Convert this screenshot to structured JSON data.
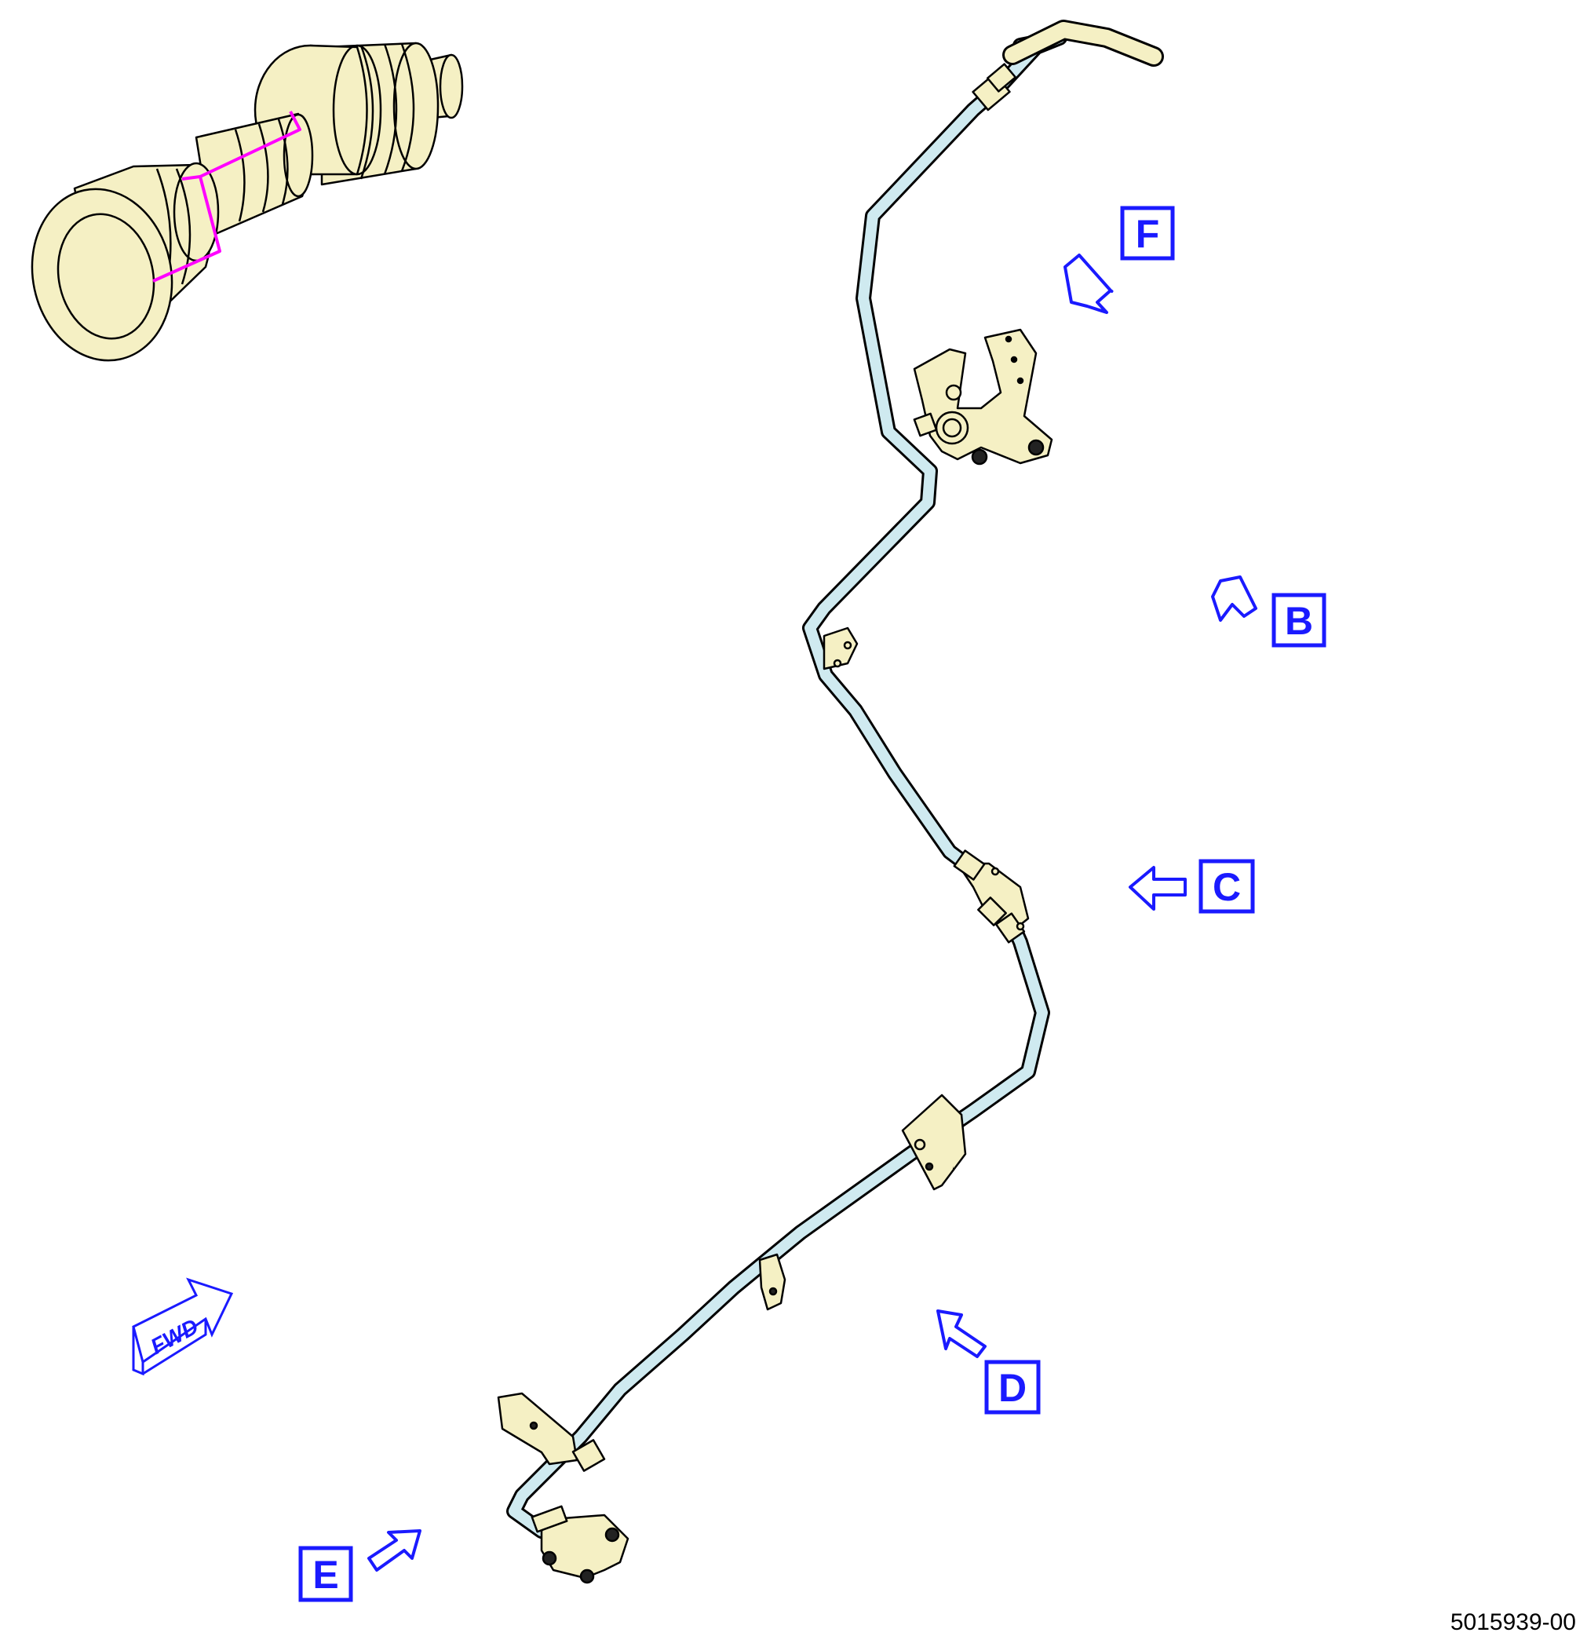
{
  "figure": {
    "document_number": "5015939-00",
    "forward_label": "FWD",
    "view_labels": [
      "F",
      "B",
      "C",
      "D",
      "E"
    ]
  },
  "colors": {
    "tube_fill": "#cfeaf0",
    "part_fill": "#f5f0c4",
    "outline": "#000000",
    "callout_blue": "#1a1aff",
    "location_magenta": "#ff00ff"
  },
  "icons": {
    "engine": "engine-overview-icon",
    "forward": "forward-arrow-icon",
    "view_arrow": "view-direction-arrow-icon"
  }
}
